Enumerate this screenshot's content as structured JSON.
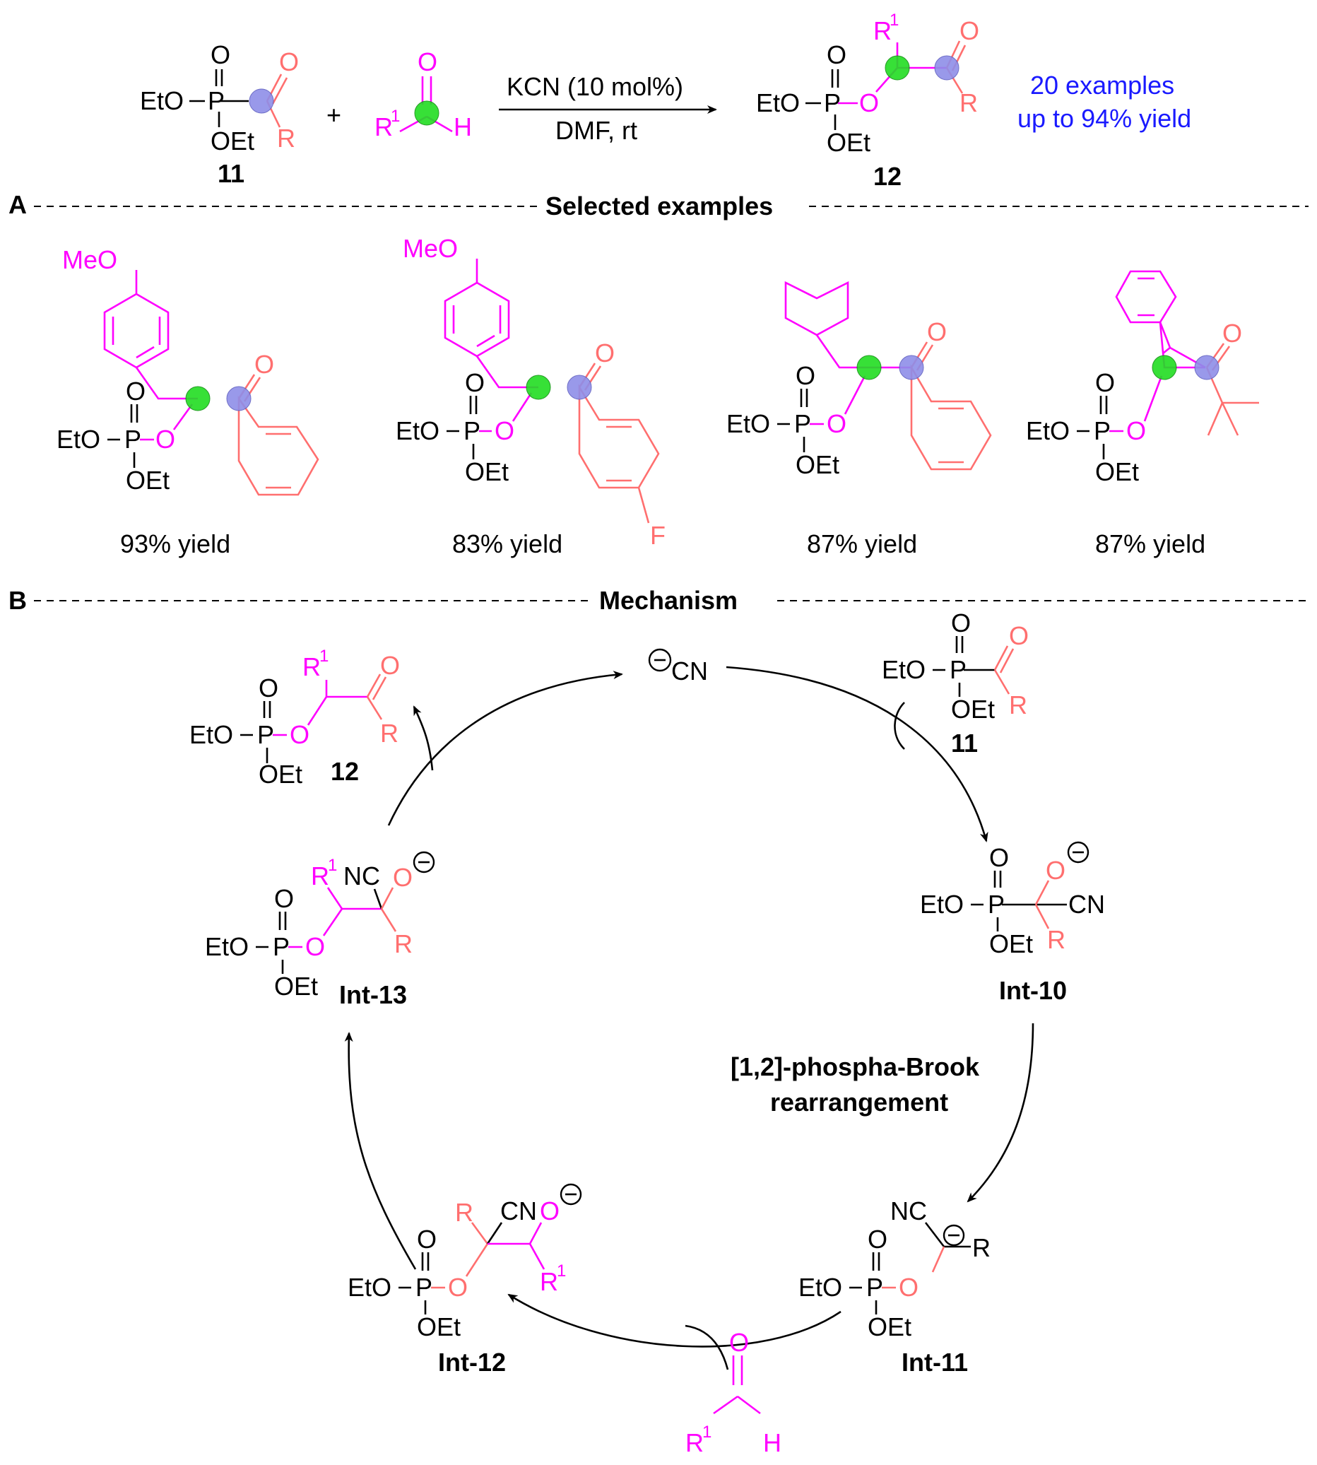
{
  "header": {
    "label_11": "11",
    "label_12": "12",
    "plus": "+",
    "reagent": "KCN (10 mol%)",
    "conditions": "DMF,   rt",
    "examples_line1": "20 examples",
    "examples_line2": "up to 94% yield"
  },
  "section_a": {
    "letter": "A",
    "title": "Selected examples",
    "yields": [
      "93% yield",
      "83% yield",
      "87% yield",
      "87% yield"
    ]
  },
  "section_b": {
    "letter": "B",
    "title": "Mechanism",
    "cyanide": "CN",
    "rearrangement_line1": "[1,2]-phospha-Brook",
    "rearrangement_line2": "rearrangement",
    "int_labels": [
      "Int-10",
      "Int-11",
      "Int-12",
      "Int-13"
    ],
    "product_label": "12",
    "substrate_label": "11"
  },
  "atoms": {
    "eto": "EtO",
    "oet": "OEt",
    "p": "P",
    "o": "O",
    "r": "R",
    "r1": "R",
    "one": "1",
    "h": "H",
    "meo": "MeO",
    "f": "F",
    "cn": "CN",
    "nc": "NC",
    "minus": "−"
  },
  "colors": {
    "r1_fragment": "#ff00ff",
    "acyl_fragment": "#ff6f6f",
    "highlight": "#1a1aff",
    "green_dot": "#22dd22",
    "blue_dot": "#8e8ee8"
  }
}
